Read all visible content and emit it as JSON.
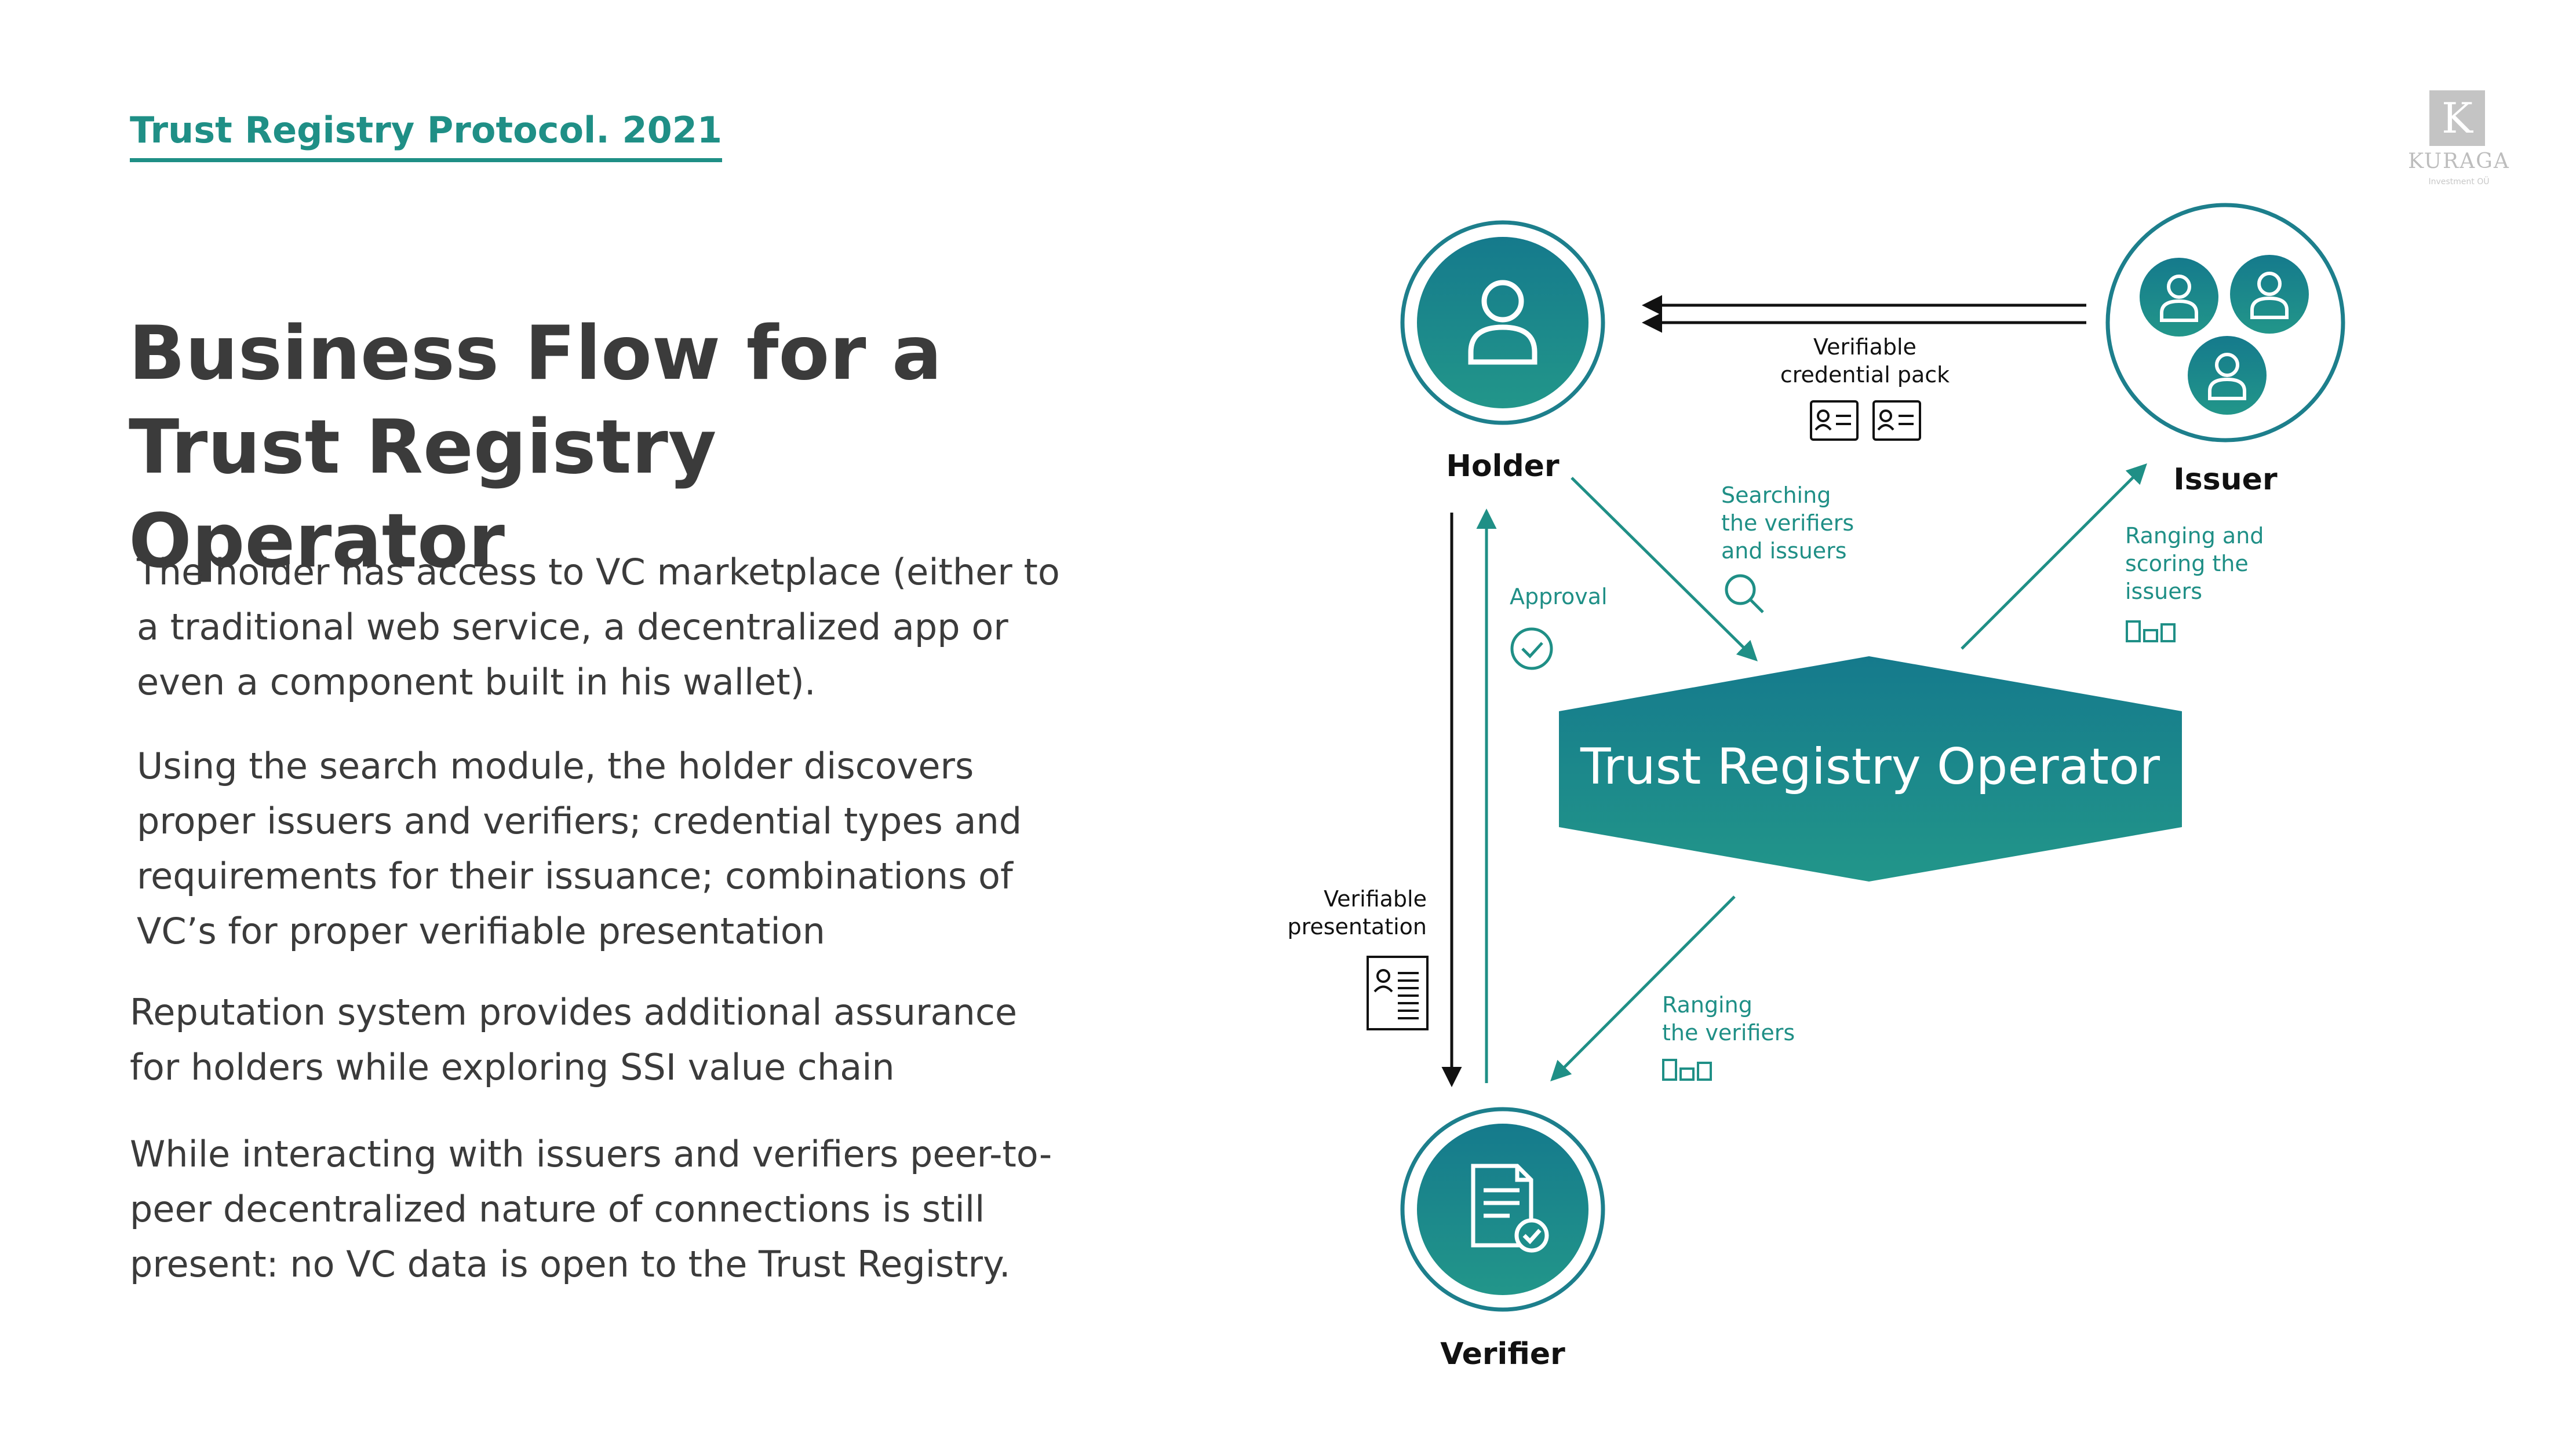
{
  "header": {
    "tag": "Trust Registry Protocol. 2021"
  },
  "logo": {
    "monogram": "K",
    "name": "KURAGA",
    "sub": "Investment OÜ"
  },
  "title": "Business Flow for a Trust Registry Operator",
  "paragraphs": [
    "The holder has access to VC marketplace (either to a traditional web service, a decentralized app or even a component built in his wallet).",
    "Using the search module, the holder discovers proper issuers and verifiers; credential types and requirements for their issuance; combinations of VC’s for proper verifiable presentation",
    "Reputation system provides additional assurance for holders while exploring SSI value chain",
    "While interacting with issuers and verifiers peer-to-peer decentralized nature of connections is still present: no VC data is open to the Trust Registry."
  ],
  "diagram": {
    "nodes": {
      "holder": {
        "label": "Holder",
        "icon": "user-icon"
      },
      "issuer": {
        "label": "Issuer",
        "icon": "users-group-icon"
      },
      "verifier": {
        "label": "Verifier",
        "icon": "verified-document-icon"
      },
      "operator": {
        "label": "Trust Registry Operator"
      }
    },
    "edges": {
      "credential_pack": {
        "lines": [
          "Verifiable",
          "credential pack"
        ],
        "icon": "id-card-icon"
      },
      "searching": {
        "lines": [
          "Searching",
          "the verifiers",
          "and issuers"
        ],
        "icon": "magnifier-icon"
      },
      "approval": {
        "lines": [
          "Approval"
        ],
        "icon": "check-circle-icon"
      },
      "ranging_issuers": {
        "lines": [
          "Ranging and",
          "scoring the",
          "issuers"
        ],
        "icon": "rating-bars-icon"
      },
      "presentation": {
        "lines": [
          "Verifiable",
          "presentation"
        ],
        "icon": "document-icon"
      },
      "ranging_verifiers": {
        "lines": [
          "Ranging",
          "the verifiers"
        ],
        "icon": "rating-bars-icon"
      }
    }
  },
  "colors": {
    "accent": "#1f8f86",
    "teal_dark": "#157a8c",
    "teal_light": "#22968a",
    "text": "#3b3b3b"
  }
}
